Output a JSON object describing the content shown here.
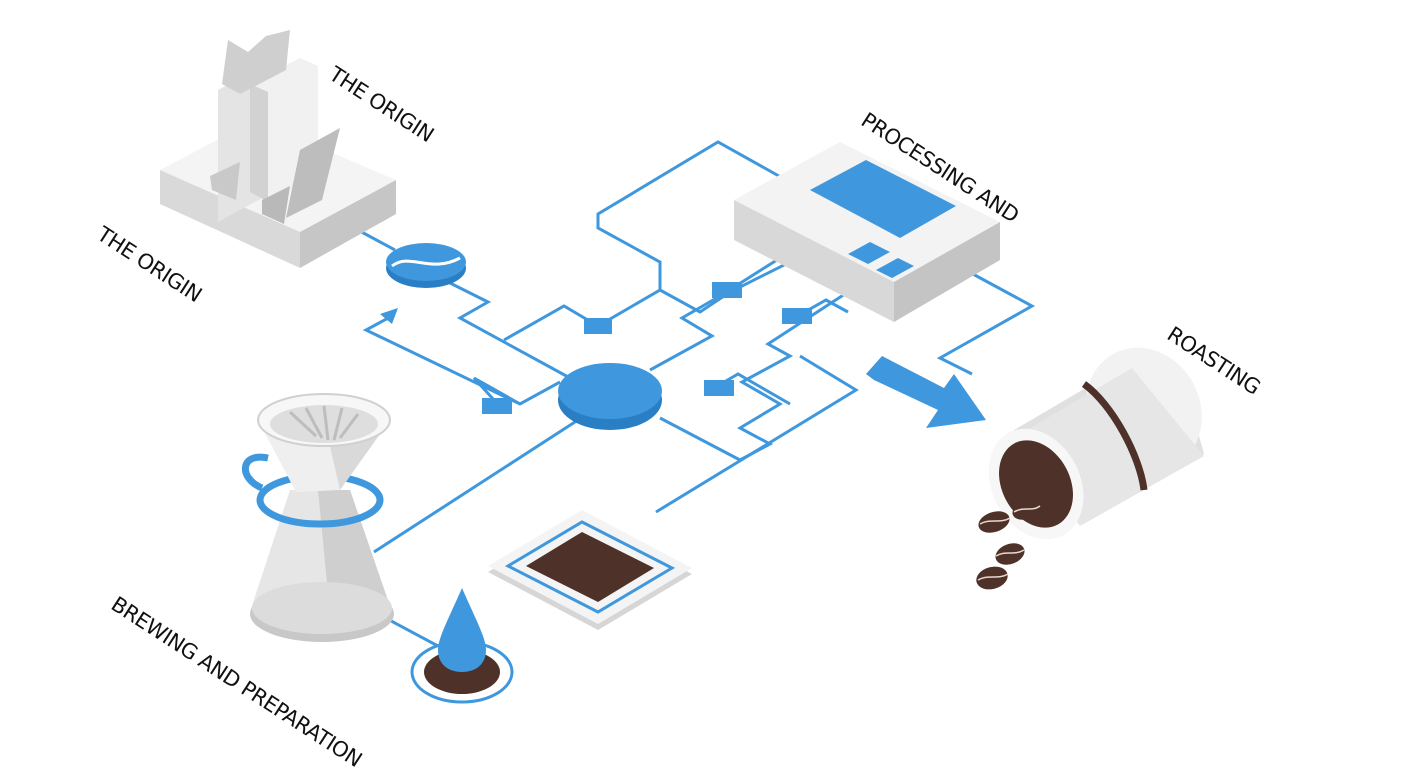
{
  "labels": {
    "origin_top": "THE ORIGIN",
    "origin_bottom": "THE ORIGIN",
    "processing": "PROCESSING AND",
    "roasting": "ROASTING",
    "brewing": "BREWING AND PREPARATION"
  },
  "colors": {
    "accent": "#3f98dd",
    "coffee": "#4e3128",
    "device": "#ececec"
  }
}
